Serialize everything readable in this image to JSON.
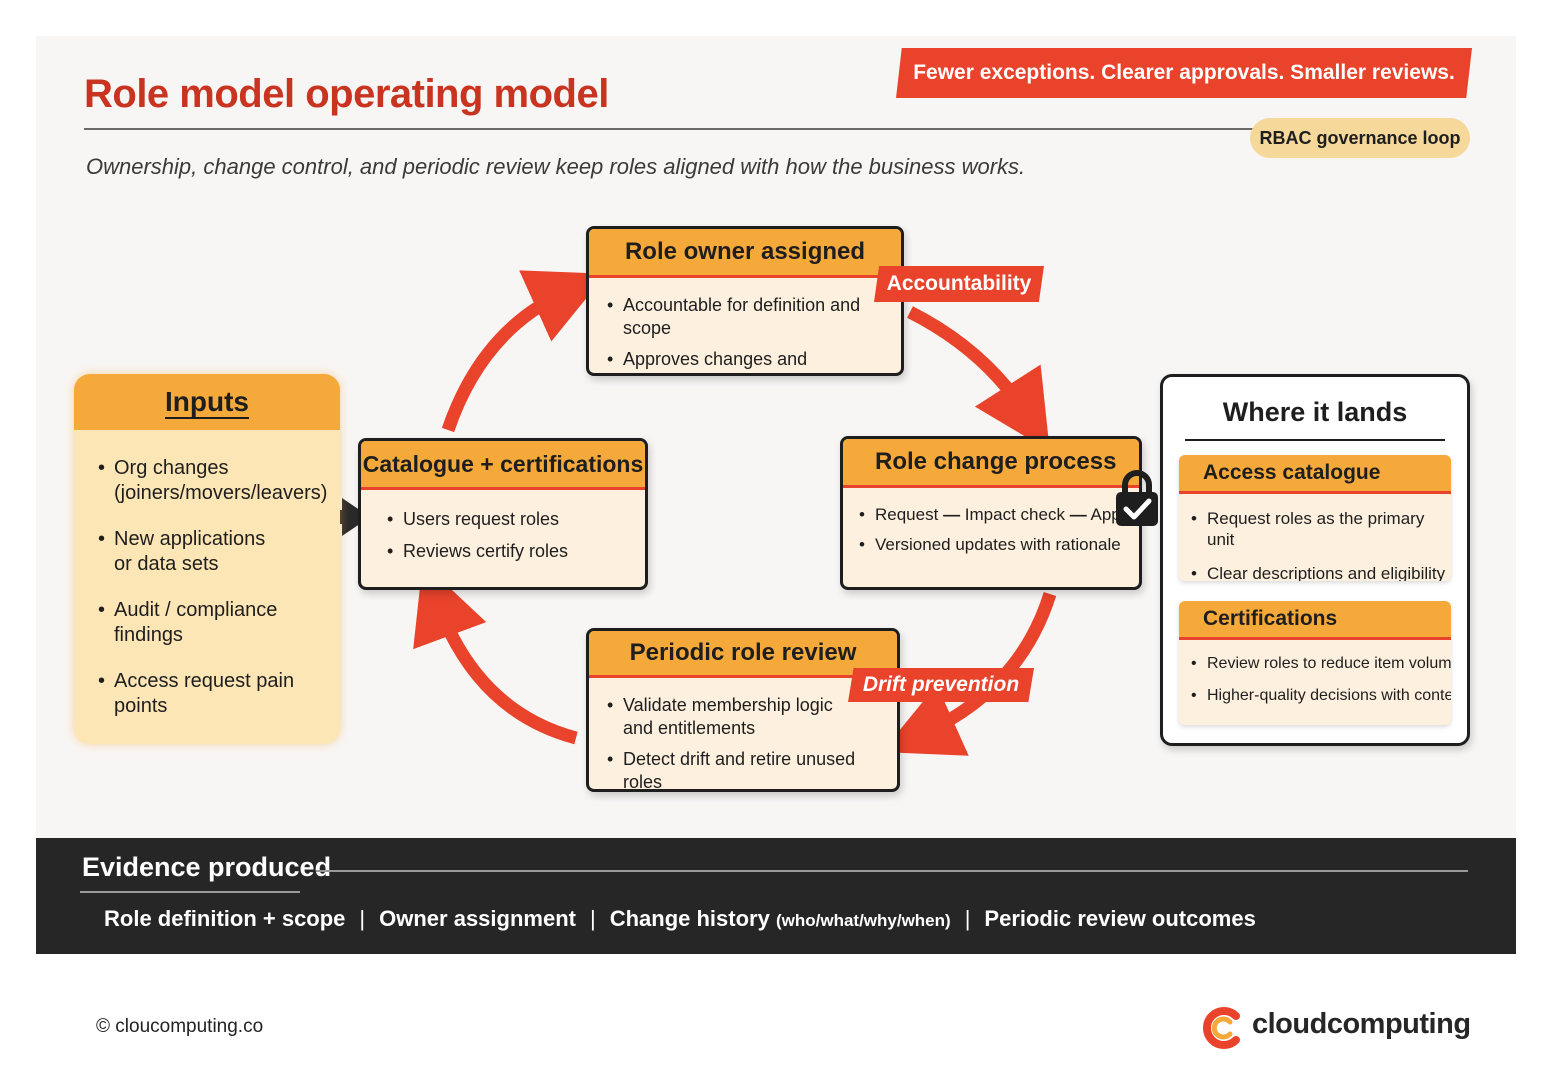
{
  "header": {
    "title": "Role model operating model",
    "banner": "Fewer exceptions. Clearer approvals. Smaller reviews.",
    "pill": "RBAC governance loop",
    "subtitle": "Ownership, change control, and periodic review keep roles aligned with how the business works."
  },
  "inputs": {
    "title": "Inputs",
    "items": [
      {
        "line1": "Org changes",
        "line2": "(joiners/movers/leavers)"
      },
      {
        "line1": "New applications",
        "line2": "or data sets"
      },
      {
        "line1": "Audit / compliance",
        "line2": "findings"
      },
      {
        "line1": "Access request pain points",
        "line2": ""
      }
    ]
  },
  "loop": {
    "owner": {
      "title": "Role owner assigned",
      "items": [
        "Accountable for definition and scope",
        "Approves changes and exceptions"
      ],
      "tag": "Accountability"
    },
    "catalogue": {
      "title": "Catalogue + certifications",
      "items": [
        "Users request roles",
        "Reviews certify roles"
      ]
    },
    "change": {
      "title": "Role change process",
      "step1": "Request",
      "step2": "Impact check",
      "step3": "Approval",
      "item2": "Versioned updates with rationale",
      "lock_icon": "lock-check-icon"
    },
    "review": {
      "title": "Periodic role review",
      "item1_line1": "Validate membership logic",
      "item1_line2": "and entitlements",
      "item2": "Detect drift and retire unused roles",
      "tag": "Drift prevention"
    }
  },
  "lands": {
    "title": "Where it lands",
    "catalogue": {
      "title": "Access catalogue",
      "items": [
        "Request roles as the primary unit",
        "Clear descriptions and eligibility"
      ]
    },
    "certifications": {
      "title": "Certifications",
      "items": [
        "Review roles to reduce item volume",
        "Higher-quality decisions with context"
      ]
    }
  },
  "evidence": {
    "title": "Evidence produced",
    "item1": "Role definition + scope",
    "item2": "Owner assignment",
    "item3": "Change history",
    "item3_detail": "(who/what/why/when)",
    "item4": "Periodic review outcomes",
    "separator": "|"
  },
  "footer": {
    "copyright": "© cloucomputing.co",
    "logo": "cloudcomputing"
  },
  "colors": {
    "accent_red": "#e9432c",
    "title_red": "#c8341f",
    "card_orange": "#f5a93a",
    "card_fill": "#fdf0de",
    "pill": "#f6d89a",
    "evidence_bg": "#262626"
  }
}
